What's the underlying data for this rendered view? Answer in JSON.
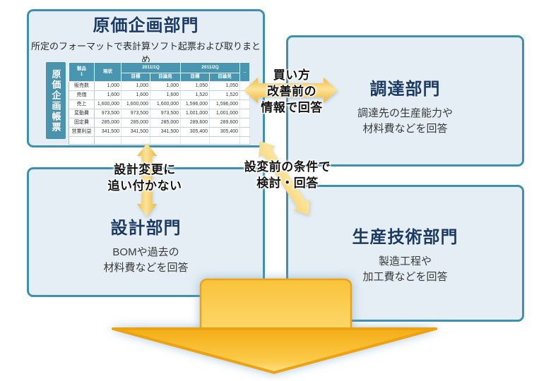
{
  "boxes": {
    "cost_planning": {
      "title": "原価企画部門",
      "subtitle": "所定のフォーマットで表計算ソフト起票および取りまとめ"
    },
    "procurement": {
      "title": "調達部門",
      "description": "調達先の生産能力や\n材料費などを回答"
    },
    "design": {
      "title": "設計部門",
      "description": "BOMや過去の\n材料費などを回答"
    },
    "production_engineering": {
      "title": "生産技術部門",
      "description": "製造工程や\n加工費などを回答"
    }
  },
  "arrow_labels": {
    "buying": "買い方\n改善前の\n情報で回答",
    "design_change": "設計変更に\n追い付かない",
    "pre_change": "設変前の条件で\n検討・回答"
  },
  "form": {
    "side_label": "原価企画帳票",
    "header": {
      "product": "製品\n1",
      "current": "現状",
      "q1": "2011/1Q",
      "q2": "2011/2Q",
      "more": "..",
      "target": "目標",
      "estimate": "目論見"
    },
    "rows": [
      {
        "label": "販売数",
        "values": [
          "1,000",
          "1,000",
          "1,000",
          "1,050",
          "1,050"
        ]
      },
      {
        "label": "売価",
        "values": [
          "1,600",
          "1,600",
          "1,600",
          "1,520",
          "1,520"
        ]
      },
      {
        "label": "売上",
        "values": [
          "1,600,000",
          "1,600,000",
          "1,600,000",
          "1,596,000",
          "1,596,000"
        ]
      },
      {
        "label": "変動費",
        "values": [
          "973,500",
          "973,500",
          "973,500",
          "1,001,000",
          "1,001,000"
        ]
      },
      {
        "label": "固定費",
        "values": [
          "285,000",
          "285,000",
          "285,000",
          "289,600",
          "289,600"
        ]
      },
      {
        "label": "営業利益",
        "values": [
          "341,500",
          "341,500",
          "341,500",
          "305,400",
          "305,400"
        ]
      }
    ]
  },
  "colors": {
    "box_border": "#3e91ad",
    "box_fill": "#e4eef4",
    "title_navy": "#1b3a66",
    "table_header_teal": "#4a96b0",
    "arrow_yellow": "#f6c14a",
    "arrow_gold": "#f5b01e"
  }
}
